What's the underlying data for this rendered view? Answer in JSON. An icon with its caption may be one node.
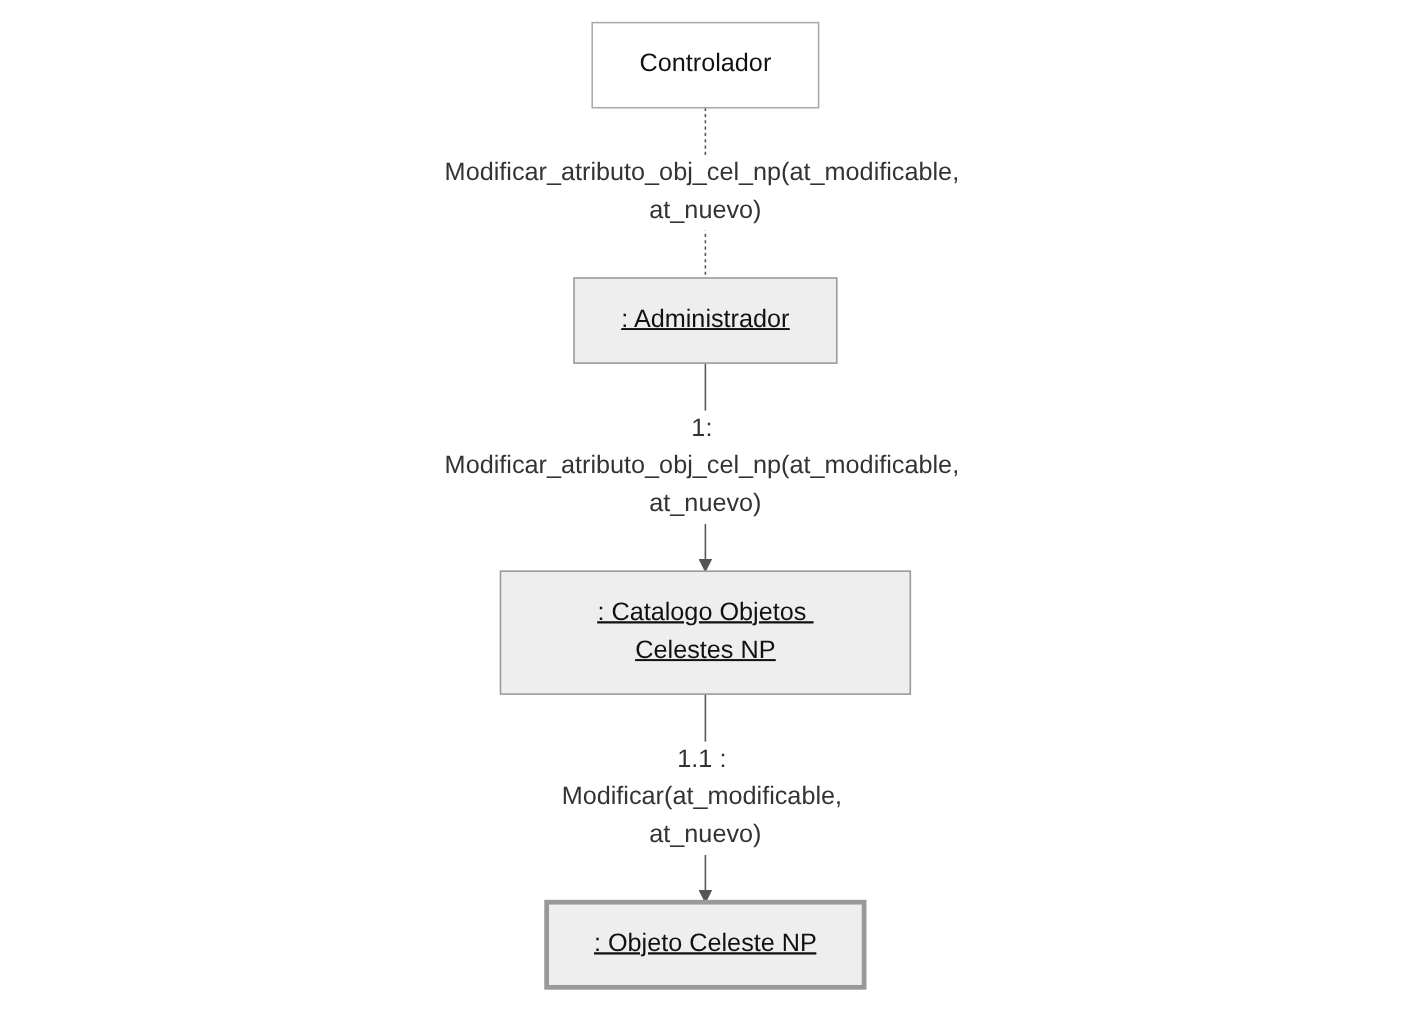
{
  "diagram": {
    "nodes": [
      {
        "text": [
          "Controlador"
        ]
      },
      {
        "text": [
          ": Administrador"
        ]
      },
      {
        "text": [
          ": Catalogo Objetos Celestes NP"
        ]
      },
      {
        "text": [
          ": Objeto Celeste NP"
        ]
      }
    ],
    "edges": [
      {
        "from": 0,
        "to": 1,
        "arrow": "none",
        "style": "dashed",
        "label": "Modificar_atributo_obj_cel_np(at_modificable, at_nuevo)"
      },
      {
        "from": 1,
        "to": 2,
        "arrow": "to",
        "label": "1: Modificar_atributo_obj_cel_np(at_modificable, at_nuevo)"
      },
      {
        "from": 2,
        "to": 3,
        "arrow": "to",
        "label": "1.1 : Modificar(at_modificable, at_nuevo)"
      }
    ]
  }
}
